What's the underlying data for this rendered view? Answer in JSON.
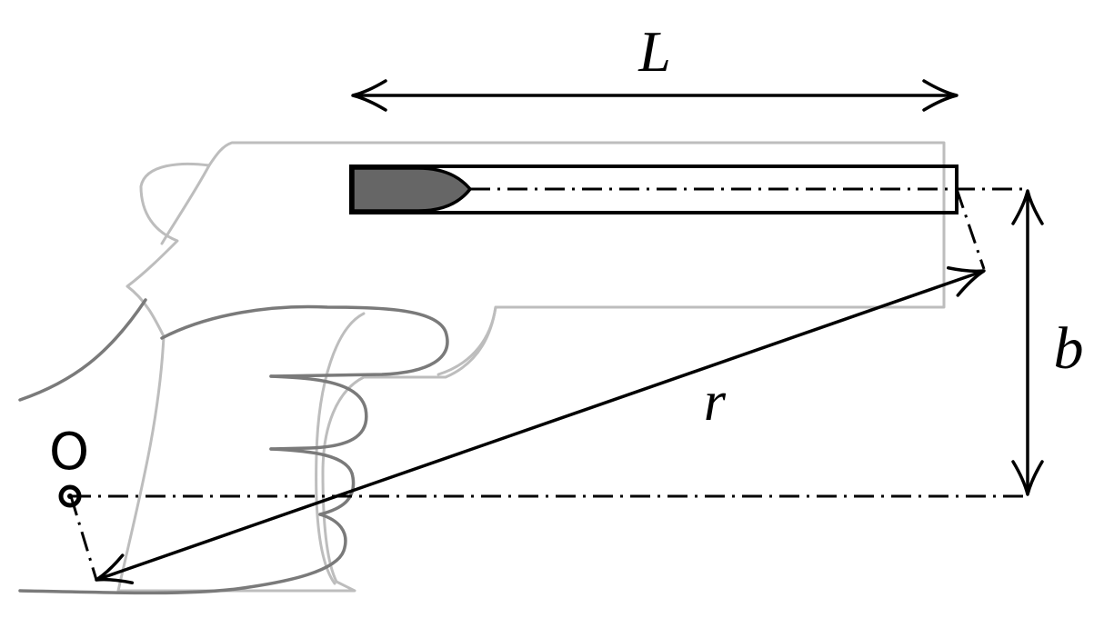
{
  "labels": {
    "length": "L",
    "offset": "b",
    "radius": "r",
    "origin": "O"
  },
  "colors": {
    "ink": "#000000",
    "gun_outline": "#bdbdbd",
    "hand_outline": "#7a7a7a",
    "bullet_fill": "#666666",
    "background": "#ffffff"
  }
}
